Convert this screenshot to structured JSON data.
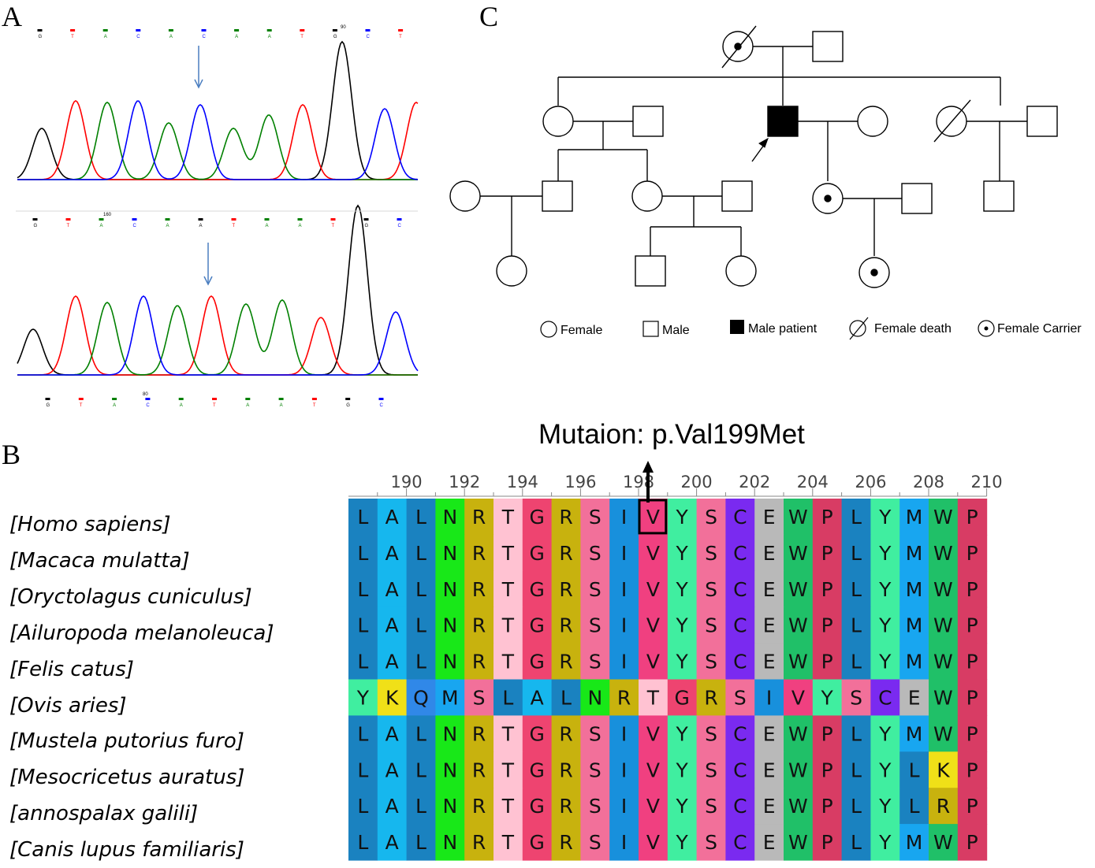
{
  "panels": {
    "a": "A",
    "b": "B",
    "c": "C"
  },
  "chromatogram": {
    "top_bases": [
      "G",
      "T",
      "A",
      "C",
      "A",
      "C",
      "A",
      "A",
      "T",
      "G",
      "C",
      "T"
    ],
    "top_colors": [
      "#000000",
      "#ff0000",
      "#008000",
      "#0000ff",
      "#008000",
      "#0000ff",
      "#008000",
      "#008000",
      "#ff0000",
      "#000000",
      "#0000ff",
      "#ff0000"
    ],
    "top_position_label": "90",
    "mid_bases": [
      "G",
      "T",
      "A",
      "C",
      "A",
      "A",
      "T",
      "A",
      "A",
      "T",
      "G",
      "C"
    ],
    "mid_colors": [
      "#000000",
      "#ff0000",
      "#008000",
      "#0000ff",
      "#008000",
      "#000000",
      "#ff0000",
      "#008000",
      "#008000",
      "#ff0000",
      "#000000",
      "#0000ff"
    ],
    "mid_position_label": "160",
    "bottom_bases": [
      "G",
      "T",
      "A",
      "C",
      "A",
      "T",
      "A",
      "A",
      "T",
      "G",
      "C"
    ],
    "bottom_colors": [
      "#000000",
      "#ff0000",
      "#008000",
      "#0000ff",
      "#008000",
      "#ff0000",
      "#008000",
      "#008000",
      "#ff0000",
      "#000000",
      "#0000ff"
    ],
    "bottom_position_label": "80"
  },
  "pedigree": {
    "legend": {
      "female": "Female",
      "male": "Male",
      "male_patient": "Male patient",
      "female_death": "Female death",
      "female_carrier": "Female Carrier"
    }
  },
  "alignment": {
    "mutation_label": "Mutaion: p.Val199Met",
    "ruler": [
      "190",
      "192",
      "194",
      "196",
      "198",
      "200",
      "202",
      "204",
      "206",
      "208",
      "210"
    ],
    "species": [
      "[Homo sapiens]",
      "[Macaca mulatta]",
      "[Oryctolagus cuniculus]",
      "[Ailuropoda melanoleuca]",
      "[Felis catus]",
      "[Ovis aries]",
      "[Mustela putorius furo]",
      "[Mesocricetus auratus]",
      "[annospalax galili]",
      "[Canis lupus familiaris]"
    ],
    "sequences": [
      "LALNRTGRSIVYSCEWPLYMWP",
      "LALNRTGRSIVYSCEWPLYMWP",
      "LALNRTGRSIVYSCEWPLYMWP",
      "LALNRTGRSIVYSCEWPLYMWP",
      "LALNRTGRSIVYSCEWPLYMWP",
      "YKQMSLALNRTGRSIVYSCEWP",
      "LALNRTGRSIVYSCEWPLYMWP",
      "LALNRTGRSIVYSCEWPLYLKP",
      "LALNRTGRSIVYSCEWPLYLRP",
      "LALNRTGRSIVYSCEWPLYMWP"
    ],
    "residue_colors": {
      "L": "#1a82c0",
      "A": "#16b7ee",
      "N": "#18e818",
      "R": "#c8b20e",
      "T": "#ffc2d2",
      "G": "#ee4470",
      "S": "#f2709a",
      "I": "#1890dc",
      "V": "#f04080",
      "Y": "#40eea0",
      "C": "#7a2af0",
      "E": "#b9b9b9",
      "W": "#20c068",
      "P": "#d83c64",
      "M": "#18a6f0",
      "K": "#f0e018",
      "Q": "#3088e8"
    },
    "highlight": {
      "row": 0,
      "column": 10
    }
  }
}
